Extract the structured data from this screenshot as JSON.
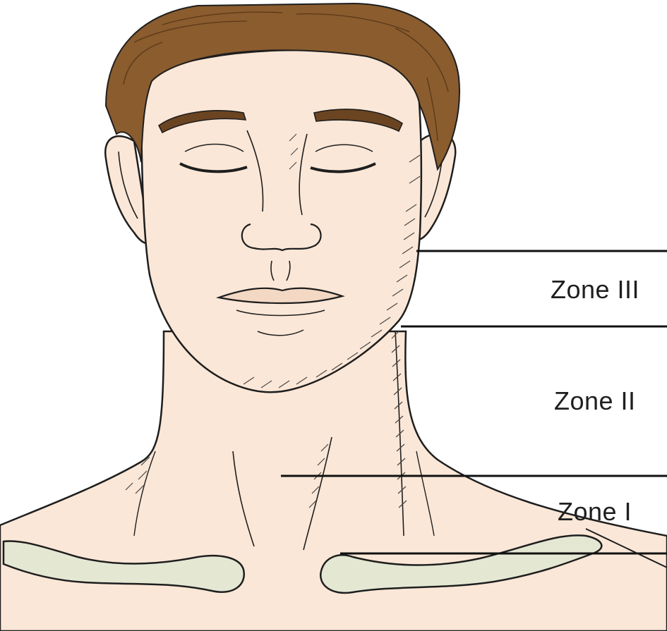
{
  "diagram": {
    "zones": [
      {
        "id": "zone-3",
        "label": "Zone III"
      },
      {
        "id": "zone-2",
        "label": "Zone II"
      },
      {
        "id": "zone-1",
        "label": "Zone I"
      }
    ]
  },
  "colors": {
    "skin": "#fbe7d7",
    "hair": "#8a5c2e",
    "hair_dark": "#6b4421",
    "clavicle": "#e4e8d3",
    "outline": "#1e1e1e",
    "background": "#ffffff"
  }
}
